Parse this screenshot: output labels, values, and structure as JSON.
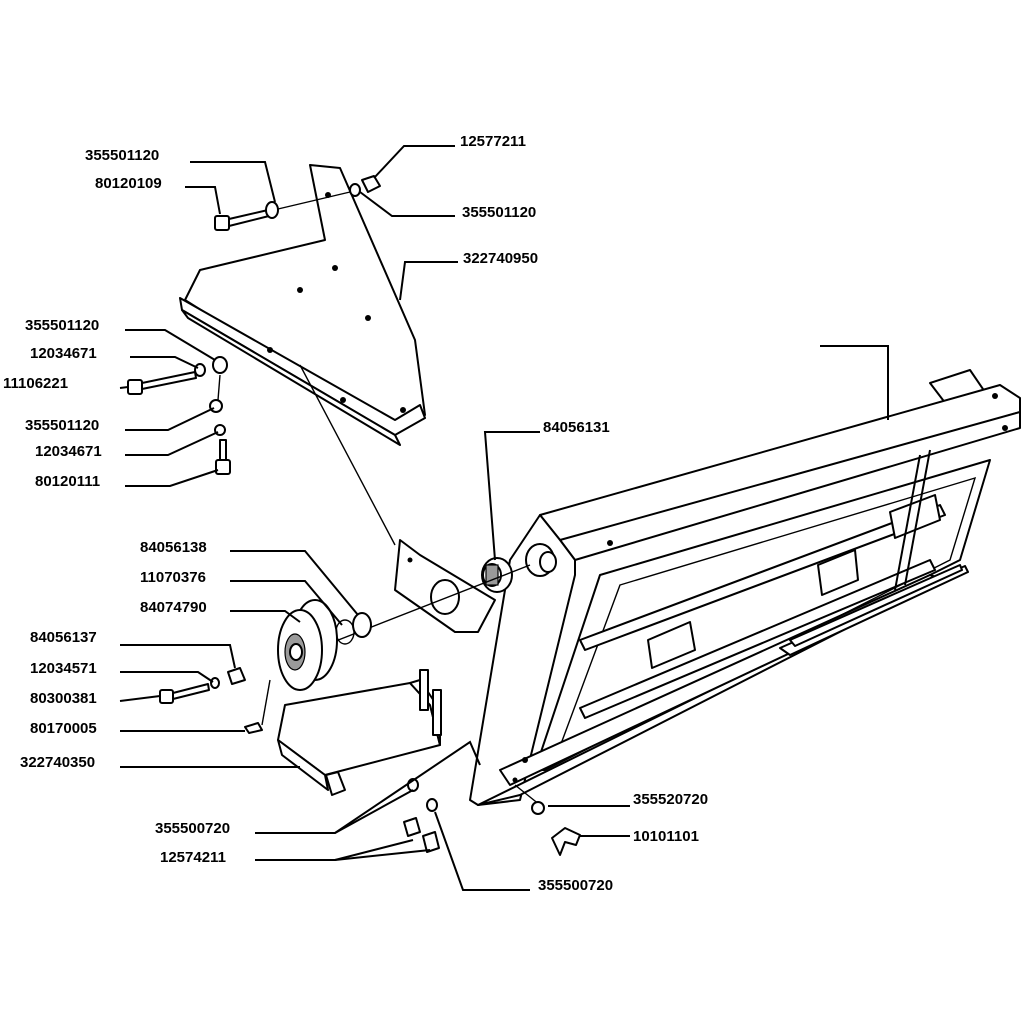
{
  "labels": {
    "l01": "355501120",
    "l02": "80120109",
    "l03": "12577211",
    "l04": "355501120",
    "l05": "322740950",
    "l06": "355501120",
    "l07": "12034671",
    "l08": "11106221",
    "l09": "355501120",
    "l10": "12034671",
    "l11": "80120111",
    "l12": "84056131",
    "l13": "84056138",
    "l14": "11070376",
    "l15": "84074790",
    "l16": "84056137",
    "l17": "12034571",
    "l18": "80300381",
    "l19": "80170005",
    "l20": "322740350",
    "l21": "355520720",
    "l22": "10101101",
    "l23": "355500720",
    "l24": "12574211",
    "l25": "355500720"
  },
  "colors": {
    "ink": "#000000",
    "paper": "#ffffff",
    "shade": "#9a9a9a"
  }
}
